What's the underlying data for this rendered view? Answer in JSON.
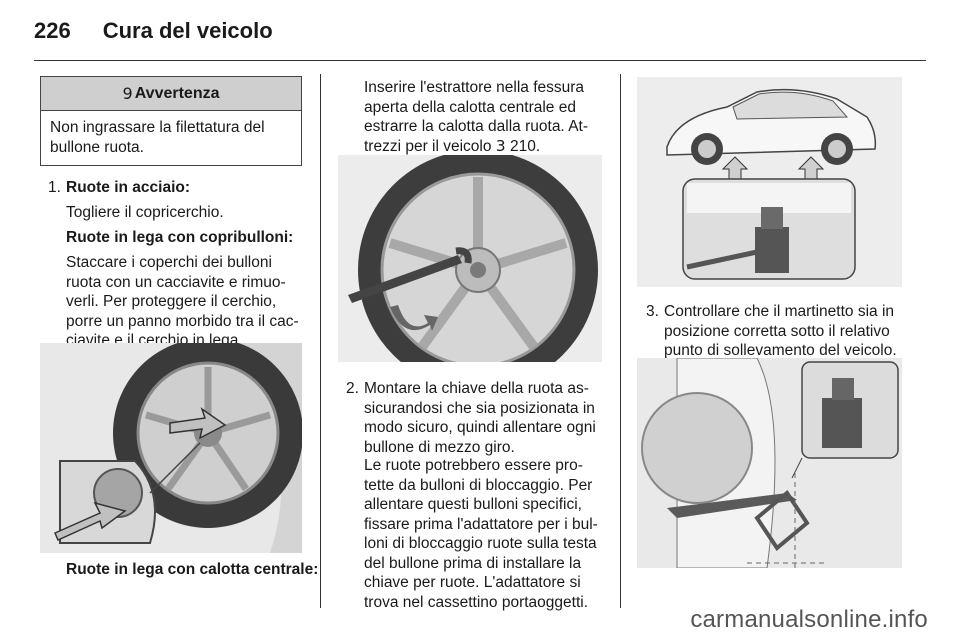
{
  "header": {
    "page_number": "226",
    "title": "Cura del veicolo"
  },
  "warning": {
    "symbol": "9",
    "title": "Avvertenza",
    "text": "Non ingrassare la filettatura del bullone ruota."
  },
  "col1": {
    "item1_num": "1.",
    "item1_title": "Ruote in acciaio:",
    "item1_text": "Togliere il copricerchio.",
    "sub_title": "Ruote in lega con copribulloni:",
    "sub_lines": [
      "Staccare i coperchi dei bulloni",
      "ruota con un cacciavite e rimuo-",
      "verli. Per proteggere il cerchio,",
      "porre un panno morbido tra il cac-",
      "ciavite e il cerchio in lega."
    ],
    "caption": "Ruote in lega con calotta centrale:"
  },
  "col2": {
    "intro_lines": [
      "Inserire l'estrattore nella fessura",
      "aperta della calotta centrale ed",
      "estrarre la calotta dalla ruota. At-",
      "trezzi per il veicolo ",
      " 210."
    ],
    "ref_symbol": "3",
    "item2_num": "2.",
    "item2_lines": [
      "Montare la chiave della ruota as-",
      "sicurandosi che sia posizionata in",
      "modo sicuro, quindi allentare ogni",
      "bullone di mezzo giro."
    ],
    "item2b_lines": [
      "Le ruote potrebbero essere pro-",
      "tette da bulloni di bloccaggio. Per",
      "allentare questi bulloni specifici,",
      "fissare prima l'adattatore per i bul-",
      "loni di bloccaggio ruote sulla testa",
      "del bullone prima di installare la",
      "chiave per ruote. L'adattatore si",
      "trova nel cassettino portaoggetti."
    ]
  },
  "col3": {
    "item3_num": "3.",
    "item3_lines": [
      "Controllare che il martinetto sia in",
      "posizione corretta sotto il relativo",
      "punto di sollevamento del veicolo."
    ]
  },
  "watermark": "carmanualsonline.info"
}
